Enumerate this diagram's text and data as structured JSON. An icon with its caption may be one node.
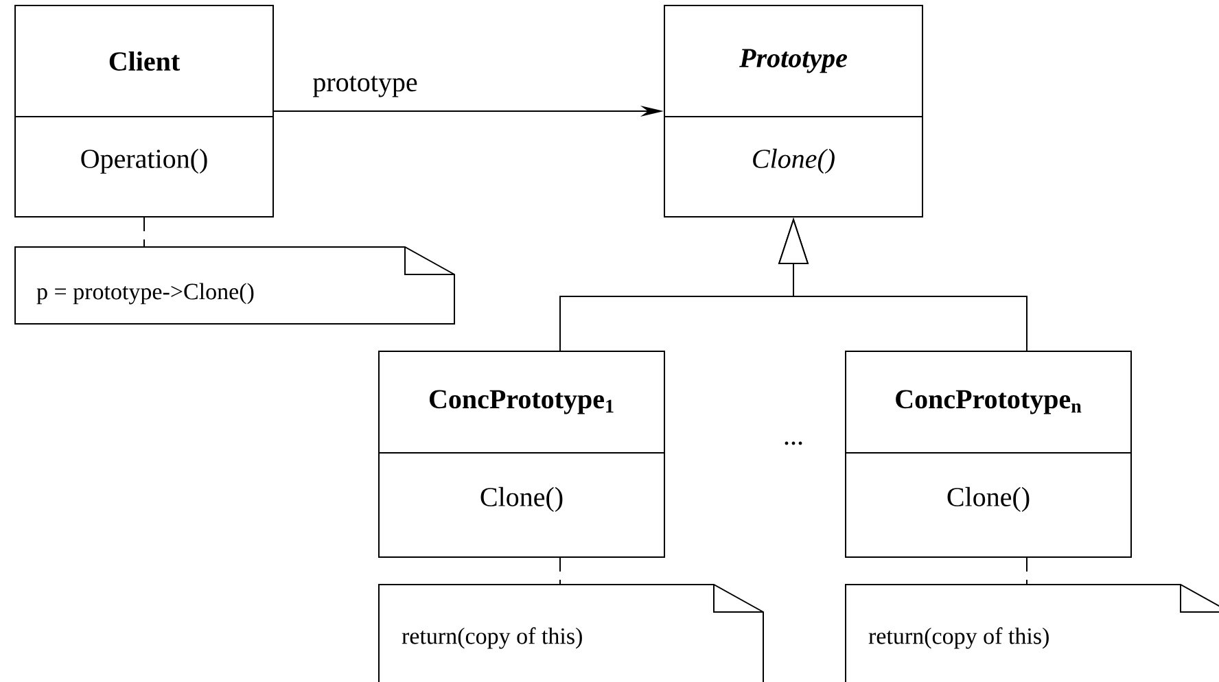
{
  "diagram": {
    "nodes": [
      {
        "text": [
          "Client",
          "Operation()"
        ]
      },
      {
        "text": [
          "Prototype",
          "Clone()"
        ]
      },
      {
        "text": [
          "p = prototype->Clone()"
        ]
      },
      {
        "text": [
          "ConcPrototype$_{1}$",
          "Clone()"
        ]
      },
      {
        "text": [
          "ConcPrototype$_{n}$",
          "Clone()"
        ]
      },
      {
        "text": [
          "return(copy of this)"
        ]
      },
      {
        "text": [
          "return(copy of this)"
        ]
      }
    ],
    "edges": [
      {
        "from": 0,
        "to": 1,
        "arrow": "to",
        "label": "prototype"
      },
      {
        "from": 0,
        "to": 2,
        "arrow": "none",
        "style": "dashed"
      },
      {
        "from": 3,
        "to": 1,
        "arrow": "to"
      },
      {
        "from": 4,
        "to": 1,
        "arrow": "to"
      },
      {
        "from": 3,
        "to": 5,
        "arrow": "none",
        "style": "dashed"
      },
      {
        "from": 4,
        "to": 6,
        "arrow": "none",
        "style": "dashed"
      }
    ],
    "labels": [
      "..."
    ]
  }
}
